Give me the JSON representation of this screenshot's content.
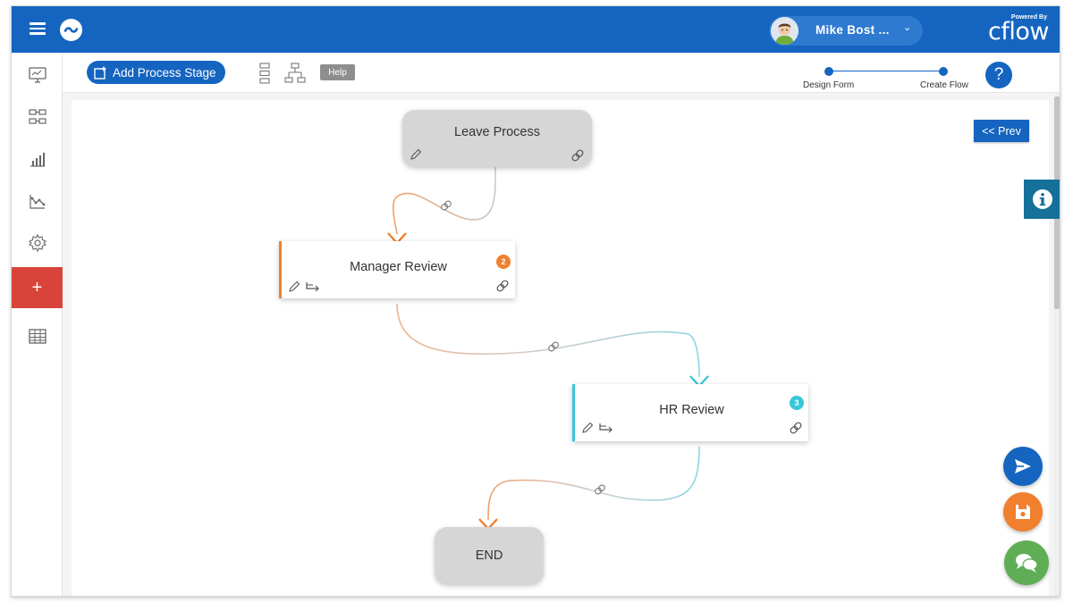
{
  "header": {
    "user_name": "Mike Bost ...",
    "powered_by": "Powered By",
    "brand": "cflow"
  },
  "toolbar": {
    "add_stage_label": "Add Process Stage",
    "help_label": "Help",
    "steps": [
      "Design Form",
      "Create Flow"
    ],
    "help_symbol": "?"
  },
  "canvas": {
    "prev_label": "<< Prev",
    "nodes": [
      {
        "title": "Leave Process",
        "badge": "",
        "color": "#d6d6d6"
      },
      {
        "title": "Manager Review",
        "badge": "2",
        "color": "#f07f2e"
      },
      {
        "title": "HR Review",
        "badge": "3",
        "color": "#38c7d8"
      },
      {
        "title": "END",
        "badge": "",
        "color": "#d6d6d6"
      }
    ]
  },
  "sidebar": {
    "items": [
      "monitor-icon",
      "workflow-icon",
      "bar-chart-icon",
      "line-chart-icon",
      "settings-icon",
      "plus-icon",
      "table-icon"
    ],
    "add_symbol": "+"
  },
  "colors": {
    "primary": "#1565c0",
    "accent_orange": "#f07f2e",
    "accent_cyan": "#38c7d8",
    "sidebar_active": "#d9443a",
    "chat_green": "#5fae56",
    "info_teal": "#15709a"
  }
}
